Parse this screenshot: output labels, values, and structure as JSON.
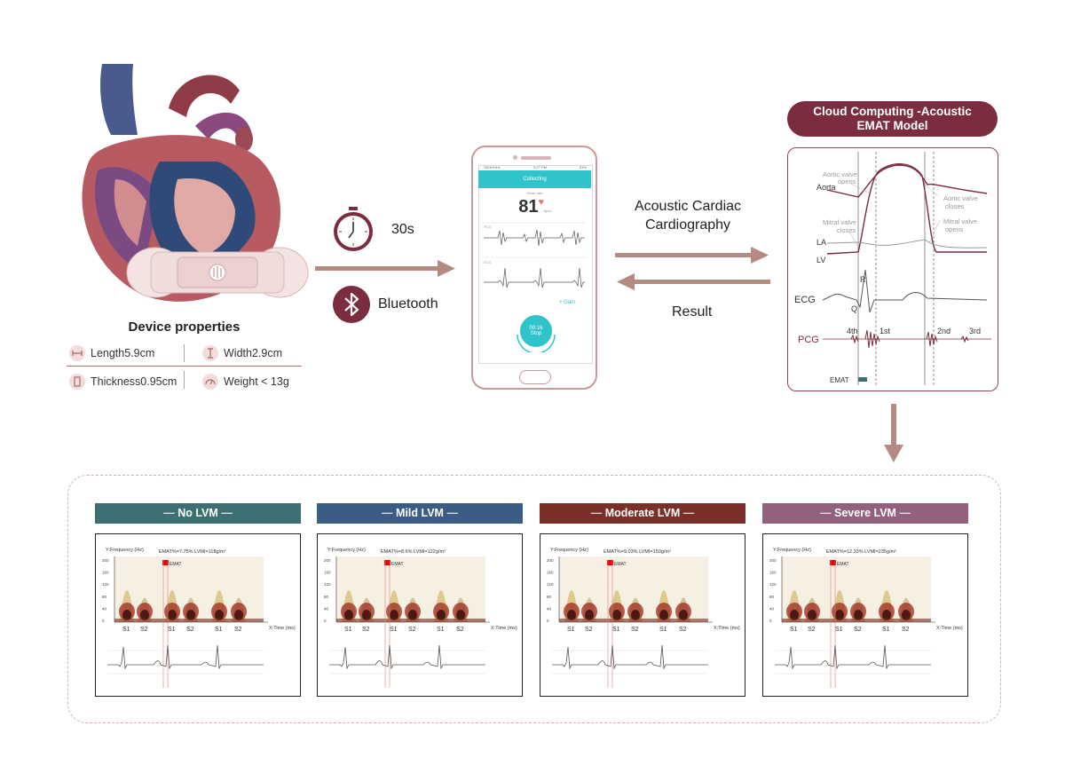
{
  "device": {
    "title": "Device properties",
    "length": "Length5.9cm",
    "width": "Width2.9cm",
    "thickness": "Thickness0.95cm",
    "weight": "Weight < 13g"
  },
  "link": {
    "duration": "30s",
    "bluetooth": "Bluetooth"
  },
  "phone": {
    "carrier": "SKHHHHL",
    "time": "9:27 PM",
    "battery": "51%",
    "app_title": "Collecting",
    "hr_label": "Heart rate",
    "heart_rate": "81",
    "hr_unit": "bpm",
    "pcg_label": "PCG",
    "ecg_label": "ECG",
    "gain": "Gain",
    "timer": "00:16",
    "stop": "Stop"
  },
  "exchange": {
    "upload_label_1": "Acoustic Cardiac",
    "upload_label_2": "Cardiography",
    "result_label": "Result"
  },
  "cloud": {
    "title_line1": "Cloud Computing -Acoustic",
    "title_line2": "EMAT Model",
    "labels": {
      "aortic_opens_1": "Aortic valve",
      "aortic_opens_2": "opens",
      "aorta": "Aorta",
      "aortic_closes_1": "Aortic valve",
      "aortic_closes_2": "closes",
      "mitral_closes_1": "Mitral valve",
      "mitral_closes_2": "closes",
      "mitral_opens_1": "Mitral valve",
      "mitral_opens_2": "opens",
      "la": "LA",
      "lv": "LV",
      "r": "R",
      "q": "Q",
      "ecg": "ECG",
      "pcg": "PCG",
      "s4": "4th",
      "s1": "1st",
      "s2": "2nd",
      "s3": "3rd",
      "emat": "EMAT"
    }
  },
  "categories": [
    {
      "label": "No LVM",
      "color": "#3d7072",
      "stats": "EMAT%=7.75%  LVMI=118g/m²"
    },
    {
      "label": "Mild LVM",
      "color": "#3a5d85",
      "stats": "EMAT%=8.6%  LVMI=122g/m²"
    },
    {
      "label": "Moderate LVM",
      "color": "#7a2f28",
      "stats": "EMAT%=9.03%  LVMI=150g/m²"
    },
    {
      "label": "Severe LVM",
      "color": "#93607f",
      "stats": "EMAT%=12.33%  LVMI=235g/m²"
    }
  ],
  "panel_axes": {
    "y_label": "Y:Frequency (Hz)",
    "x_label": "X:Time (ms)",
    "y_ticks": [
      "200",
      "160",
      "120",
      "80",
      "40",
      "0"
    ],
    "x_ticks": [
      "S1",
      "S2",
      "S1",
      "S2",
      "S1",
      "S2"
    ],
    "marker": "EMAT"
  },
  "colors": {
    "arrow": "#b48a82",
    "accent": "#7b2d3f",
    "teal": "#2ec4c9"
  }
}
